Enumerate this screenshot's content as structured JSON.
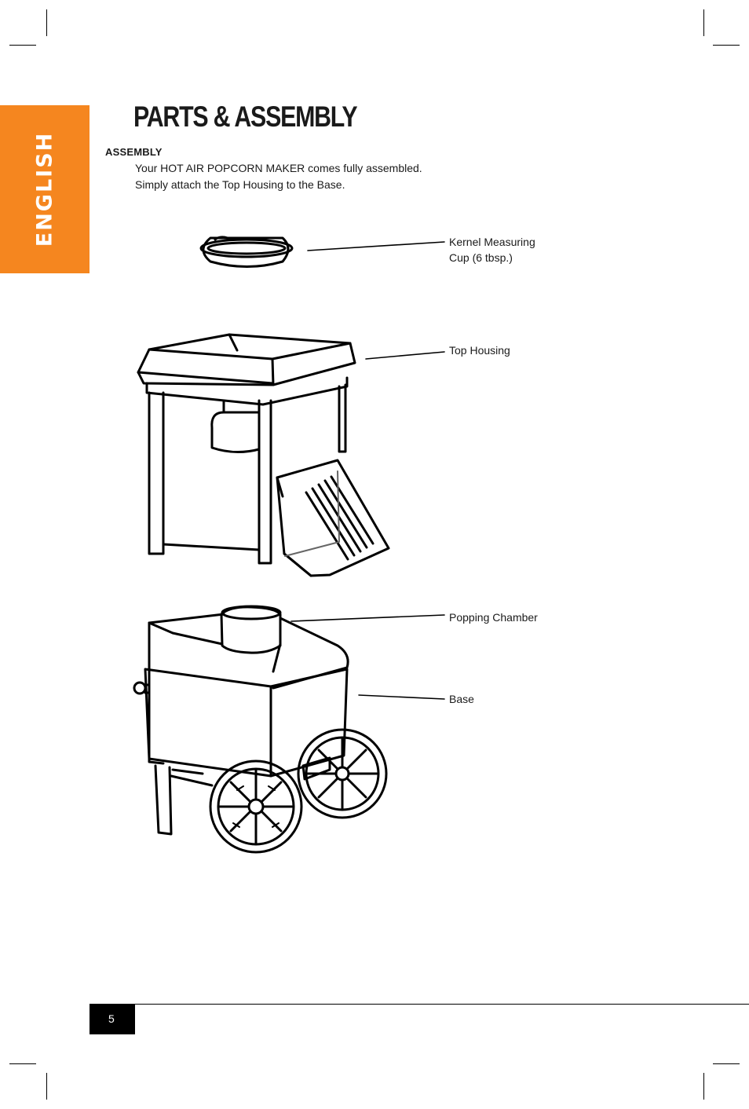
{
  "sidebar": {
    "language_label": "ENGLISH"
  },
  "page": {
    "title": "PARTS & ASSEMBLY",
    "section_heading": "ASSEMBLY",
    "body_lines": [
      "Your HOT AIR POPCORN MAKER comes fully assembled.",
      "Simply attach the Top Housing to the Base."
    ]
  },
  "diagram": {
    "callouts": {
      "kernel_cup_line1": "Kernel Measuring",
      "kernel_cup_line2": "Cup (6 tbsp.)",
      "top_housing": "Top Housing",
      "popping_chamber": "Popping Chamber",
      "base": "Base"
    }
  },
  "footer": {
    "page_number": "5"
  },
  "colors": {
    "accent": "#f5861f",
    "text": "#1a1a1a",
    "footer_box": "#000000"
  }
}
